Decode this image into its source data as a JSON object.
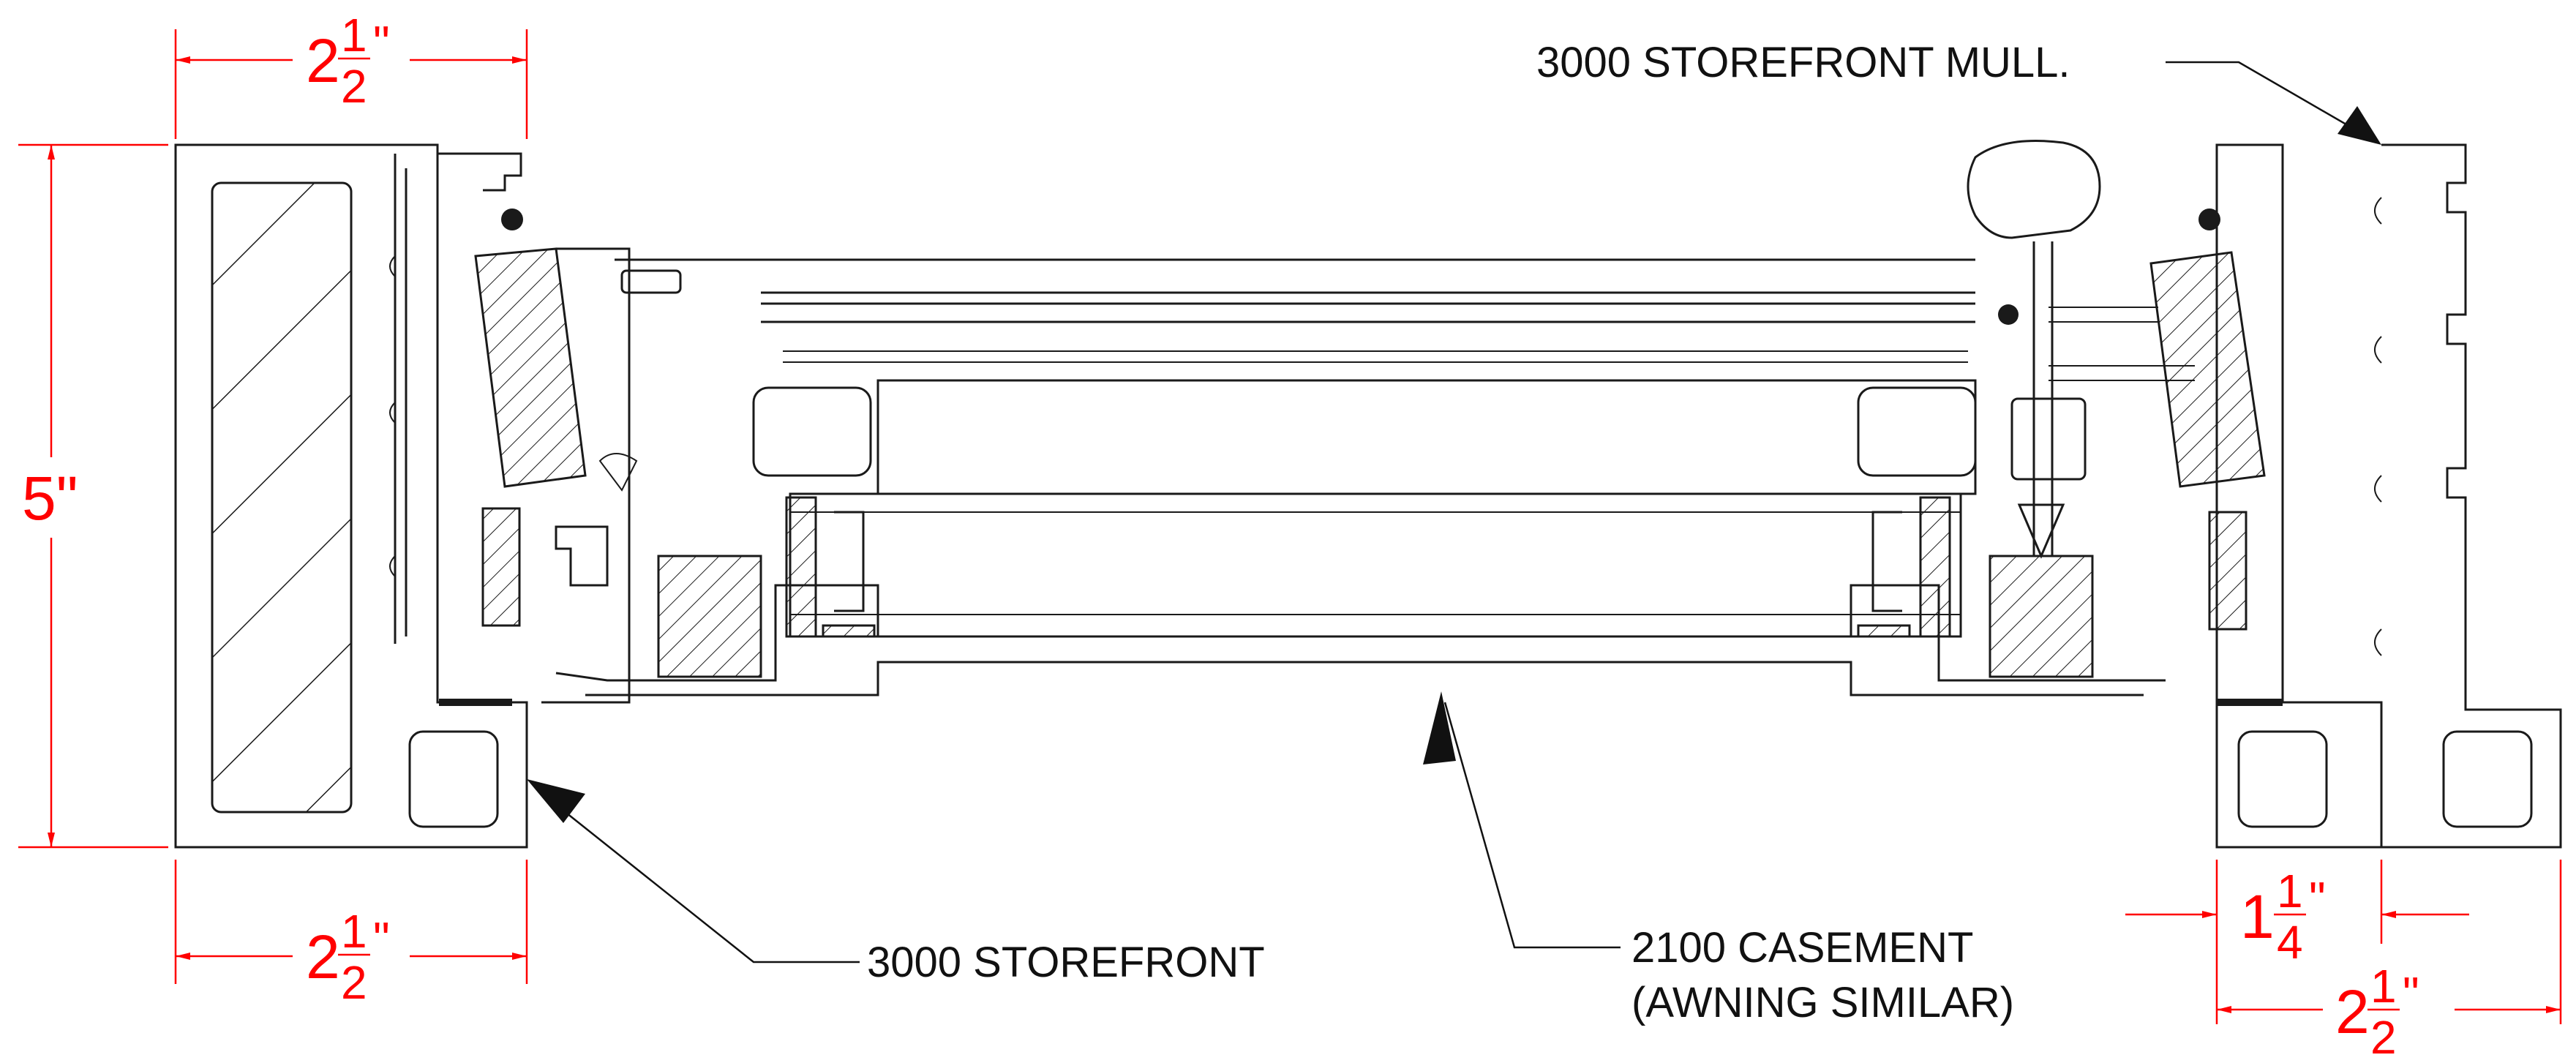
{
  "colors": {
    "dimension": "#ff0000",
    "linework": "#1a1a1a",
    "text": "#111111",
    "background": "#ffffff"
  },
  "dimensions": {
    "height_total": "5\"",
    "left_top_whole": "2",
    "left_top_num": "1",
    "left_top_den": "2",
    "left_top_unit": "\"",
    "left_bottom_whole": "2",
    "left_bottom_num": "1",
    "left_bottom_den": "2",
    "left_bottom_unit": "\"",
    "right_inner_whole": "1",
    "right_inner_num": "1",
    "right_inner_den": "4",
    "right_inner_unit": "\"",
    "right_outer_whole": "2",
    "right_outer_num": "1",
    "right_outer_den": "2",
    "right_outer_unit": "\""
  },
  "labels": {
    "mull": "3000 STOREFRONT MULL.",
    "storefront": "3000 STOREFRONT",
    "casement_line1": "2100 CASEMENT",
    "casement_line2": "(AWNING SIMILAR)"
  }
}
